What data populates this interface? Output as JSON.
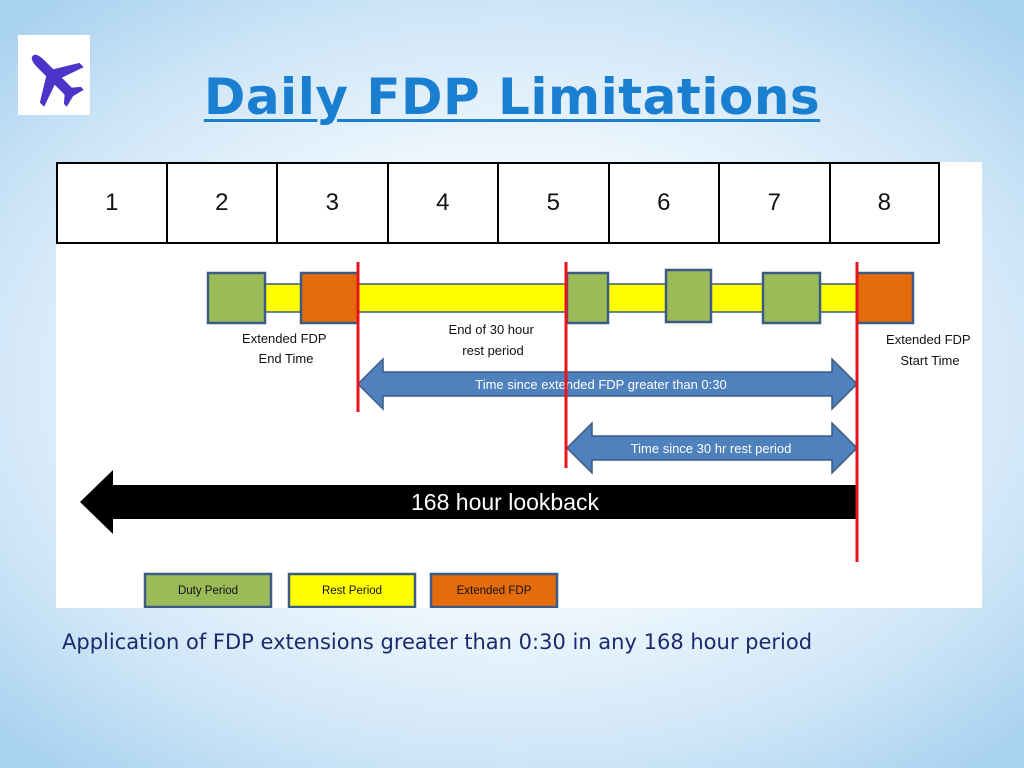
{
  "title": "Daily FDP Limitations",
  "caption": "Application of FDP extensions  greater than 0:30 in any 168 hour period",
  "days": [
    "1",
    "2",
    "3",
    "4",
    "5",
    "6",
    "7",
    "8"
  ],
  "annotations": {
    "ext_end_line1": "Extended  FDP",
    "ext_end_line2": "End Time",
    "end30_line1": "End of 30 hour",
    "end30_line2": "rest period",
    "ext_start_line1": "Extended  FDP",
    "ext_start_line2": "Start Time"
  },
  "arrows": {
    "since_extended": "Time since extended FDP greater than 0:30",
    "since_rest": "Time since 30 hr rest period",
    "lookback": "168 hour lookback"
  },
  "legend": [
    {
      "label": "Duty Period",
      "color": "#9bbb59"
    },
    {
      "label": "Rest Period",
      "color": "#ffff00"
    },
    {
      "label": "Extended FDP",
      "color": "#e46c0a"
    }
  ],
  "colors": {
    "title": "#1a7fd1",
    "duty": "#9bbb59",
    "rest": "#ffff00",
    "extended": "#e46c0a",
    "arrow_blue": "#4f81bd",
    "marker_red": "#e8141b"
  },
  "logo_icon": "airplane-icon"
}
